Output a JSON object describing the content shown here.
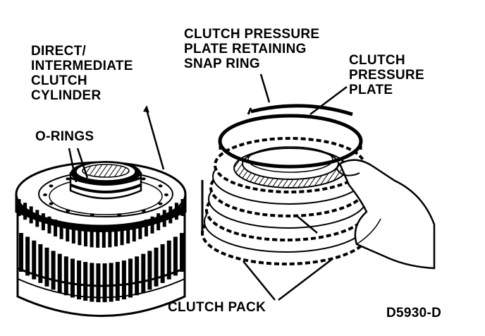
{
  "labels": {
    "cylinder": [
      "DIRECT/",
      "INTERMEDIATE",
      "CLUTCH",
      "CYLINDER"
    ],
    "orings": "O-RINGS",
    "snap_ring": [
      "CLUTCH PRESSURE",
      "PLATE RETAINING",
      "SNAP RING"
    ],
    "pressure_plate": [
      "CLUTCH",
      "PRESSURE",
      "PLATE"
    ],
    "clutch_pack": "CLUTCH PACK",
    "figure_code": "D5930-D"
  },
  "colors": {
    "ink": "#000000",
    "paper": "#ffffff"
  }
}
